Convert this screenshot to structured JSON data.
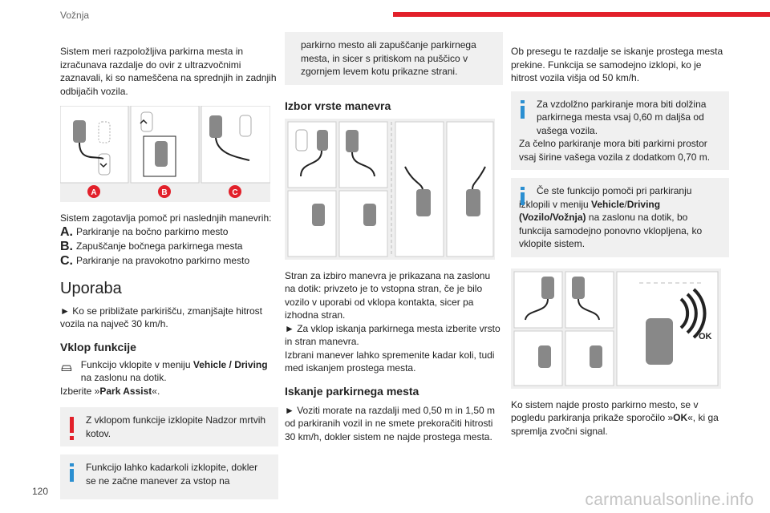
{
  "header": {
    "section": "Vožnja"
  },
  "page_number": "120",
  "watermark": "carmanualsonline.info",
  "col1": {
    "intro": "Sistem meri razpoložljiva parkirna mesta in izračunava razdalje do ovir z ultrazvočnimi zaznavali, ki so nameščena na sprednjih in zadnjih odbijačih vozila.",
    "fig_labels": [
      "A",
      "B",
      "C"
    ],
    "maneuvers_intro": "Sistem zagotavlja pomoč pri naslednjih manevrih:",
    "maneuvers": [
      {
        "label": "A.",
        "text": "Parkiranje na bočno parkirno mesto"
      },
      {
        "label": "B.",
        "text": "Zapuščanje bočnega parkirnega mesta"
      },
      {
        "label": "C.",
        "text": "Parkiranje na pravokotno parkirno mesto"
      }
    ],
    "usage_title": "Uporaba",
    "usage_text": "► Ko se približate parkirišču, zmanjšajte hitrost vozila na največ 30 km/h.",
    "activation_title": "Vklop funkcije",
    "activation_pre": "Funkcijo vklopite v meniju ",
    "activation_menu": "Vehicle / Driving",
    "activation_post": " na zaslonu na dotik.",
    "select_pre": "Izberite »",
    "select_item": "Park Assist",
    "select_post": "«.",
    "warn_note": "Z vklopom funkcije izklopite Nadzor mrtvih kotov.",
    "info_note_start": "Funkcijo lahko kadarkoli izklopite, dokler se ne začne manever za vstop na"
  },
  "col2": {
    "info_note_cont": "parkirno mesto ali zapuščanje parkirnega mesta, in sicer s pritiskom na puščico v zgornjem levem kotu prikazne strani.",
    "maneuver_title": "Izbor vrste manevra",
    "side_text": "Stran za izbiro manevra je prikazana na zaslonu na dotik: privzeto je to vstopna stran, če je bilo vozilo v uporabi od vklopa kontakta, sicer pa izhodna stran.",
    "activate_text": "► Za vklop iskanja parkirnega mesta izberite vrsto in stran manevra.",
    "change_text": "Izbrani manever lahko spremenite kadar koli, tudi med iskanjem prostega mesta.",
    "search_title": "Iskanje parkirnega mesta",
    "search_text": "► Voziti morate na razdalji med 0,50 m in 1,50 m od parkiranih vozil in ne smete prekoračiti hitrosti 30 km/h, dokler sistem ne najde prostega mesta."
  },
  "col3": {
    "exceed_text": "Ob presegu te razdalje se iskanje prostega mesta prekine. Funkcija se samodejno izklopi, ko je hitrost vozila višja od 50 km/h.",
    "info_dims": "Za vzdolžno parkiranje mora biti dolžina parkirnega mesta vsaj 0,60 m daljša od vašega vozila.",
    "info_dims2": "Za čelno parkiranje mora biti parkirni prostor vsaj širine vašega vozila z dodatkom 0,70 m.",
    "info_menu_pre": "Če ste funkcijo pomoči pri parkiranju izklopili v meniju ",
    "info_menu_name": "Vehicle",
    "info_menu_sep": "/",
    "info_menu_name2": "Driving (Vozilo/Vožnja)",
    "info_menu_post": " na zaslonu na dotik, bo funkcija samodejno ponovno vklopljena, ko vklopite sistem.",
    "ok_badge": "OK",
    "found_pre": "Ko sistem najde prosto parkirno mesto, se v pogledu parkiranja prikaže sporočilo »",
    "found_ok": "OK",
    "found_post": "«, ki ga spremlja zvočni signal."
  },
  "colors": {
    "accent_red": "#e2202a",
    "info_blue": "#2b8fd1",
    "note_bg": "#f0f0f0"
  }
}
